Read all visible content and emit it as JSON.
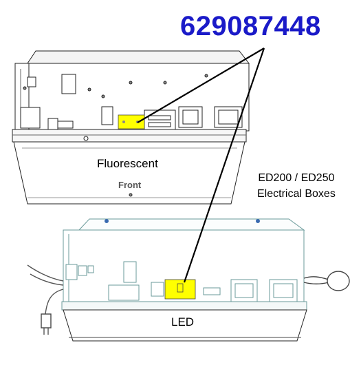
{
  "part_number": "629087448",
  "labels": {
    "fluorescent": "Fluorescent",
    "front": "Front",
    "model_line1": "ED200 / ED250",
    "model_line2": "Electrical Boxes",
    "led": "LED"
  },
  "colors": {
    "part_number": "#1a1ac8",
    "highlight": "#ffff00",
    "led_outline": "#6a9a9a",
    "fluor_outline": "#222222",
    "leader": "#000000"
  }
}
